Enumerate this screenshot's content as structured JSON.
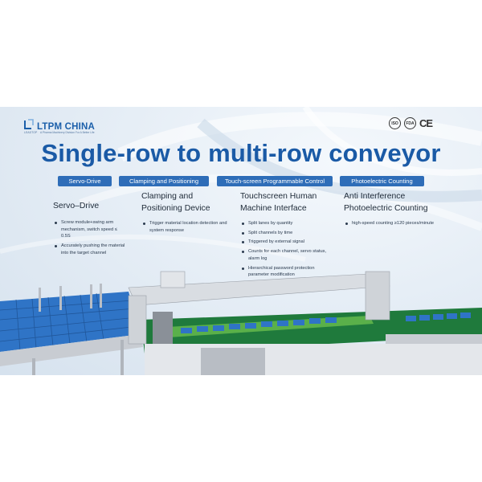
{
  "logo": {
    "mark": "LEADTOP",
    "name": "LTPM CHINA",
    "tagline": "A Pharma Machinery Division For A Better Life"
  },
  "certifications": [
    "ISO",
    "FDA",
    "CE"
  ],
  "title": "Single-row to multi-row conveyor",
  "pills": [
    "Servo-Drive",
    "Clamping and Positioning",
    "Touch-screen Programmable Control",
    "Photoelectric Counting"
  ],
  "features": [
    {
      "heading": "Servo–Drive",
      "bullets": [
        "Screw module+swing arm mechanism, switch speed ≤ 0.5S",
        "Accurately pushing the material into the target channel"
      ]
    },
    {
      "heading": "Clamping and Positioning Device",
      "bullets": [
        "Trigger material location detection and system response"
      ]
    },
    {
      "heading": "Touchscreen Human Machine Interface",
      "bullets": [
        "Split lanes by quantity",
        "Split channels by time",
        "Triggered by external signal",
        "Counts for each channel, servo status, alarm log",
        "Hierarchical password protection parameter modification"
      ]
    },
    {
      "heading": "Anti Interference Photoelectric Counting",
      "bullets": [
        "high-speed counting ≥120 pieces/minute"
      ]
    }
  ],
  "colors": {
    "brand_blue": "#1a5aa6",
    "pill_blue": "#2e6db8",
    "conveyor_green": "#1f7a3c",
    "product_blue": "#2f74c6"
  }
}
